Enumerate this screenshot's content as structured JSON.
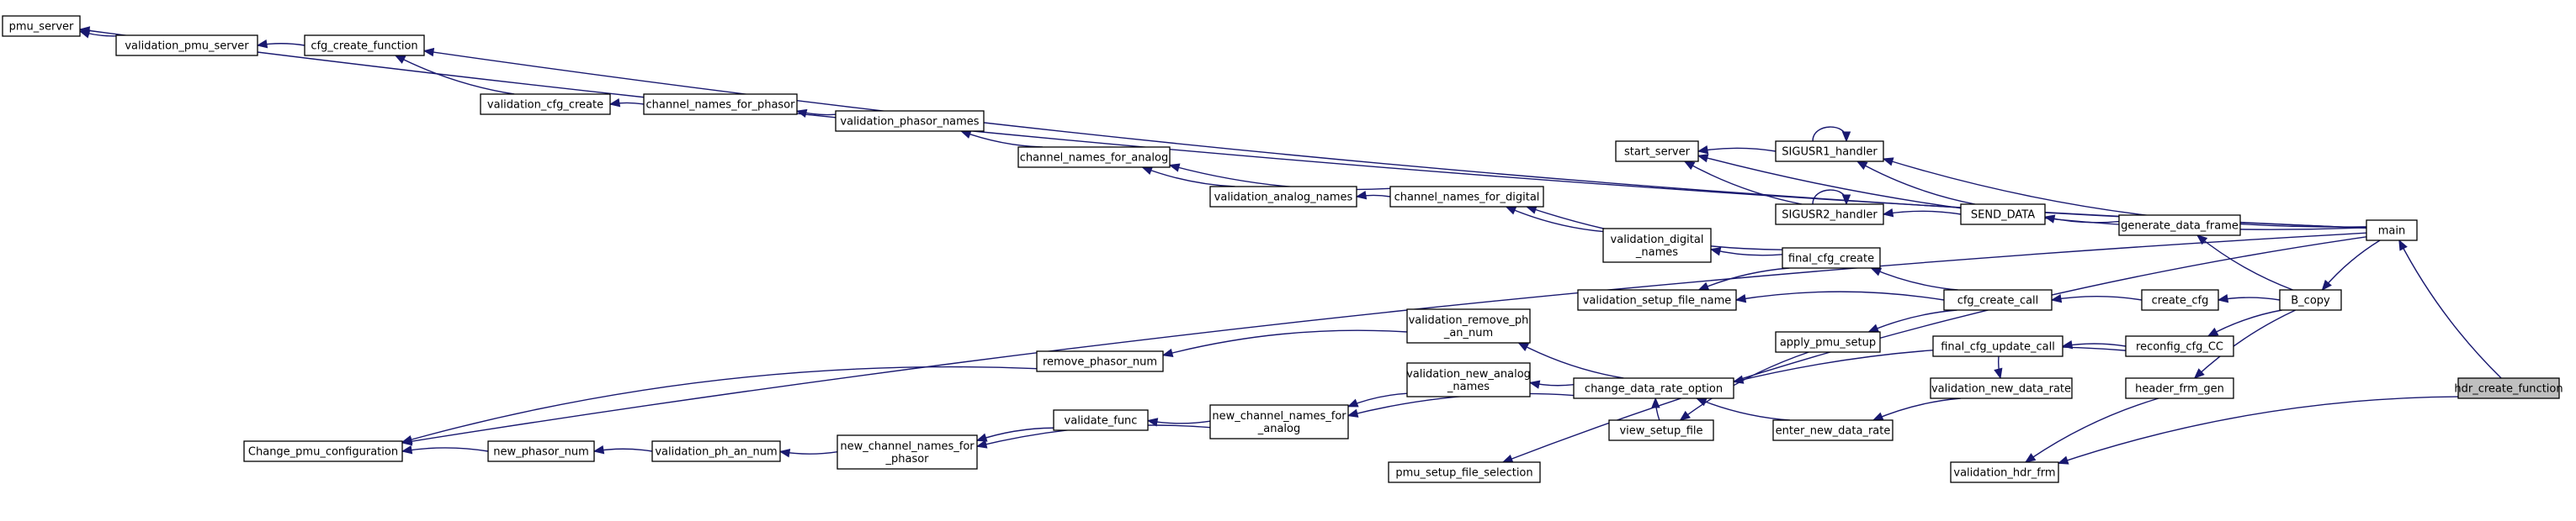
{
  "diagram": {
    "type": "call-graph",
    "colors": {
      "edge": "#191970",
      "node_border": "#000000",
      "node_fill": "#ffffff",
      "selected_fill": "#bfbfbf",
      "background": "#ffffff"
    },
    "nodes": [
      {
        "id": "hdr_create_function",
        "lines": [
          "hdr_create_function"
        ],
        "selected": true
      },
      {
        "id": "main",
        "lines": [
          "main"
        ]
      },
      {
        "id": "B_copy",
        "lines": [
          "B_copy"
        ]
      },
      {
        "id": "create_cfg",
        "lines": [
          "create_cfg"
        ]
      },
      {
        "id": "cfg_create_call",
        "lines": [
          "cfg_create_call"
        ]
      },
      {
        "id": "reconfig_cfg_CC",
        "lines": [
          "reconfig_cfg_CC"
        ]
      },
      {
        "id": "final_cfg_update_call",
        "lines": [
          "final_cfg_update_call"
        ]
      },
      {
        "id": "header_frm_gen",
        "lines": [
          "header_frm_gen"
        ]
      },
      {
        "id": "validation_hdr_frm",
        "lines": [
          "validation_hdr_frm"
        ]
      },
      {
        "id": "generate_data_frame",
        "lines": [
          "generate_data_frame"
        ]
      },
      {
        "id": "SEND_DATA",
        "lines": [
          "SEND_DATA"
        ]
      },
      {
        "id": "SIGUSR1_handler",
        "lines": [
          "SIGUSR1_handler"
        ]
      },
      {
        "id": "SIGUSR2_handler",
        "lines": [
          "SIGUSR2_handler"
        ]
      },
      {
        "id": "start_server",
        "lines": [
          "start_server"
        ]
      },
      {
        "id": "final_cfg_create",
        "lines": [
          "final_cfg_create"
        ]
      },
      {
        "id": "validation_setup_file_name",
        "lines": [
          "validation_setup_file_name"
        ]
      },
      {
        "id": "apply_pmu_setup",
        "lines": [
          "apply_pmu_setup"
        ]
      },
      {
        "id": "validation_new_data_rate",
        "lines": [
          "validation_new_data_rate"
        ]
      },
      {
        "id": "enter_new_data_rate",
        "lines": [
          "enter_new_data_rate"
        ]
      },
      {
        "id": "view_setup_file",
        "lines": [
          "view_setup_file"
        ]
      },
      {
        "id": "pmu_setup_file_selection",
        "lines": [
          "pmu_setup_file_selection"
        ]
      },
      {
        "id": "change_data_rate_option",
        "lines": [
          "change_data_rate_option"
        ]
      },
      {
        "id": "validation_digital_names",
        "lines": [
          "validation_digital",
          "_names"
        ]
      },
      {
        "id": "channel_names_for_digital",
        "lines": [
          "channel_names_for_digital"
        ]
      },
      {
        "id": "validation_analog_names",
        "lines": [
          "validation_analog_names"
        ]
      },
      {
        "id": "channel_names_for_analog",
        "lines": [
          "channel_names_for_analog"
        ]
      },
      {
        "id": "validation_phasor_names",
        "lines": [
          "validation_phasor_names"
        ]
      },
      {
        "id": "channel_names_for_phasor",
        "lines": [
          "channel_names_for_phasor"
        ]
      },
      {
        "id": "validation_cfg_create",
        "lines": [
          "validation_cfg_create"
        ]
      },
      {
        "id": "cfg_create_function",
        "lines": [
          "cfg_create_function"
        ]
      },
      {
        "id": "validation_pmu_server",
        "lines": [
          "validation_pmu_server"
        ]
      },
      {
        "id": "pmu_server",
        "lines": [
          "pmu_server"
        ]
      },
      {
        "id": "validation_remove_ph_an_num",
        "lines": [
          "validation_remove_ph",
          "_an_num"
        ]
      },
      {
        "id": "remove_phasor_num",
        "lines": [
          "remove_phasor_num"
        ]
      },
      {
        "id": "validation_new_analog_names",
        "lines": [
          "validation_new_analog",
          "_names"
        ]
      },
      {
        "id": "new_channel_names_for_analog",
        "lines": [
          "new_channel_names_for",
          "_analog"
        ]
      },
      {
        "id": "validate_func",
        "lines": [
          "validate_func"
        ]
      },
      {
        "id": "new_channel_names_for_phasor",
        "lines": [
          "new_channel_names_for",
          "_phasor"
        ]
      },
      {
        "id": "validation_ph_an_num",
        "lines": [
          "validation_ph_an_num"
        ]
      },
      {
        "id": "new_phasor_num",
        "lines": [
          "new_phasor_num"
        ]
      },
      {
        "id": "Change_pmu_configuration",
        "lines": [
          "Change_pmu_configuration"
        ]
      }
    ],
    "edges": [
      {
        "from": "hdr_create_function",
        "to": "main"
      },
      {
        "from": "hdr_create_function",
        "to": "validation_hdr_frm"
      },
      {
        "from": "main",
        "to": "B_copy"
      },
      {
        "from": "main",
        "to": "SIGUSR1_handler"
      },
      {
        "from": "main",
        "to": "start_server"
      },
      {
        "from": "main",
        "to": "pmu_server"
      },
      {
        "from": "main",
        "to": "cfg_create_function"
      },
      {
        "from": "main",
        "to": "pmu_setup_file_selection"
      },
      {
        "from": "main",
        "to": "Change_pmu_configuration"
      },
      {
        "from": "B_copy",
        "to": "generate_data_frame"
      },
      {
        "from": "B_copy",
        "to": "create_cfg"
      },
      {
        "from": "B_copy",
        "to": "reconfig_cfg_CC"
      },
      {
        "from": "B_copy",
        "to": "header_frm_gen"
      },
      {
        "from": "generate_data_frame",
        "to": "SEND_DATA"
      },
      {
        "from": "SEND_DATA",
        "to": "SIGUSR1_handler"
      },
      {
        "from": "SEND_DATA",
        "to": "SIGUSR2_handler"
      },
      {
        "from": "SIGUSR1_handler",
        "to": "SIGUSR1_handler"
      },
      {
        "from": "SIGUSR2_handler",
        "to": "SIGUSR2_handler"
      },
      {
        "from": "SIGUSR1_handler",
        "to": "start_server"
      },
      {
        "from": "SIGUSR2_handler",
        "to": "start_server"
      },
      {
        "from": "create_cfg",
        "to": "cfg_create_call"
      },
      {
        "from": "reconfig_cfg_CC",
        "to": "final_cfg_update_call"
      },
      {
        "from": "reconfig_cfg_CC",
        "to": "change_data_rate_option"
      },
      {
        "from": "header_frm_gen",
        "to": "validation_hdr_frm"
      },
      {
        "from": "cfg_create_call",
        "to": "final_cfg_create"
      },
      {
        "from": "cfg_create_call",
        "to": "validation_setup_file_name"
      },
      {
        "from": "cfg_create_call",
        "to": "apply_pmu_setup"
      },
      {
        "from": "final_cfg_create",
        "to": "validation_setup_file_name"
      },
      {
        "from": "final_cfg_create",
        "to": "validation_digital_names"
      },
      {
        "from": "final_cfg_create",
        "to": "channel_names_for_digital"
      },
      {
        "from": "final_cfg_update_call",
        "to": "validation_new_data_rate"
      },
      {
        "from": "validation_new_data_rate",
        "to": "enter_new_data_rate"
      },
      {
        "from": "enter_new_data_rate",
        "to": "change_data_rate_option"
      },
      {
        "from": "apply_pmu_setup",
        "to": "view_setup_file"
      },
      {
        "from": "view_setup_file",
        "to": "change_data_rate_option"
      },
      {
        "from": "change_data_rate_option",
        "to": "validation_remove_ph_an_num"
      },
      {
        "from": "change_data_rate_option",
        "to": "validation_new_analog_names"
      },
      {
        "from": "change_data_rate_option",
        "to": "new_channel_names_for_analog"
      },
      {
        "from": "validation_digital_names",
        "to": "channel_names_for_digital"
      },
      {
        "from": "channel_names_for_digital",
        "to": "validation_analog_names"
      },
      {
        "from": "channel_names_for_digital",
        "to": "channel_names_for_analog"
      },
      {
        "from": "validation_analog_names",
        "to": "channel_names_for_analog"
      },
      {
        "from": "channel_names_for_analog",
        "to": "validation_phasor_names"
      },
      {
        "from": "validation_phasor_names",
        "to": "channel_names_for_phasor"
      },
      {
        "from": "channel_names_for_phasor",
        "to": "validation_cfg_create"
      },
      {
        "from": "validation_cfg_create",
        "to": "cfg_create_function"
      },
      {
        "from": "cfg_create_function",
        "to": "validation_pmu_server"
      },
      {
        "from": "validation_pmu_server",
        "to": "pmu_server"
      },
      {
        "from": "validation_remove_ph_an_num",
        "to": "remove_phasor_num"
      },
      {
        "from": "remove_phasor_num",
        "to": "Change_pmu_configuration"
      },
      {
        "from": "validation_new_analog_names",
        "to": "new_channel_names_for_analog"
      },
      {
        "from": "new_channel_names_for_analog",
        "to": "validate_func"
      },
      {
        "from": "new_channel_names_for_analog",
        "to": "new_channel_names_for_phasor"
      },
      {
        "from": "validate_func",
        "to": "new_channel_names_for_phasor"
      },
      {
        "from": "new_channel_names_for_phasor",
        "to": "validation_ph_an_num"
      },
      {
        "from": "validation_ph_an_num",
        "to": "new_phasor_num"
      },
      {
        "from": "new_phasor_num",
        "to": "Change_pmu_configuration"
      }
    ]
  }
}
